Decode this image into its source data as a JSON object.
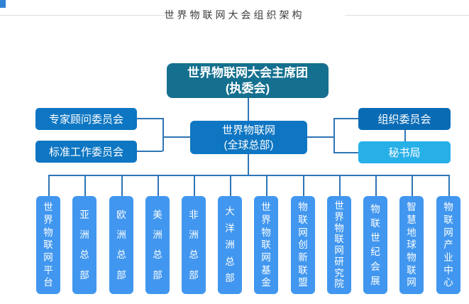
{
  "page": {
    "title": "世界物联网大会组织架构"
  },
  "org": {
    "root": {
      "line1": "世界物联网大会主席团",
      "line2": "(执委会)"
    },
    "headquarters": {
      "line1": "世界物联网",
      "line2": "(全球总部)"
    },
    "left_committees": [
      {
        "label": "专家顾问委员会"
      },
      {
        "label": "标准工作委员会"
      }
    ],
    "right_committees": [
      {
        "label": "组织委员会"
      },
      {
        "label": "秘书局"
      }
    ],
    "branches": [
      "世界物联网平台",
      "亚洲总部",
      "欧洲总部",
      "美洲总部",
      "非洲总部",
      "大洋洲总部",
      "世界物联网基金",
      "物联网创新联盟",
      "世界物联网研究院",
      "物联世纪会展",
      "智慧地球物联网",
      "物联网产业中心"
    ]
  },
  "colors": {
    "root_box": "#15708f",
    "primary_box": "#0e76c2",
    "dark_box": "#0a6bb5",
    "light_box": "#27b0e8",
    "branch_box": "#4197ef",
    "connector": "#2e74b5",
    "title_text": "#3d3d3d",
    "title_rule": "#e0e0e0",
    "corner_mark": "#2f82d6"
  }
}
